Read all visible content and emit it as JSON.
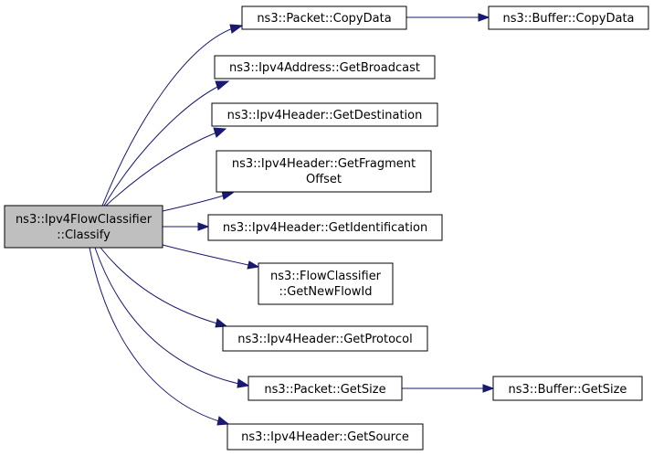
{
  "nodes": [
    {
      "id": "classify",
      "lines": [
        "ns3::Ipv4FlowClassifier",
        "::Classify"
      ],
      "root": true
    },
    {
      "id": "packet-copydata",
      "lines": [
        "ns3::Packet::CopyData"
      ]
    },
    {
      "id": "buffer-copydata",
      "lines": [
        "ns3::Buffer::CopyData"
      ]
    },
    {
      "id": "getbroadcast",
      "lines": [
        "ns3::Ipv4Address::GetBroadcast"
      ]
    },
    {
      "id": "getdestination",
      "lines": [
        "ns3::Ipv4Header::GetDestination"
      ]
    },
    {
      "id": "getfragmentoffset",
      "lines": [
        "ns3::Ipv4Header::GetFragment",
        "Offset"
      ]
    },
    {
      "id": "getidentification",
      "lines": [
        "ns3::Ipv4Header::GetIdentification"
      ]
    },
    {
      "id": "getnewflowid",
      "lines": [
        "ns3::FlowClassifier",
        "::GetNewFlowId"
      ]
    },
    {
      "id": "getprotocol",
      "lines": [
        "ns3::Ipv4Header::GetProtocol"
      ]
    },
    {
      "id": "packet-getsize",
      "lines": [
        "ns3::Packet::GetSize"
      ]
    },
    {
      "id": "buffer-getsize",
      "lines": [
        "ns3::Buffer::GetSize"
      ]
    },
    {
      "id": "getsource",
      "lines": [
        "ns3::Ipv4Header::GetSource"
      ]
    }
  ],
  "edges": [
    {
      "from": "classify",
      "to": "packet-copydata"
    },
    {
      "from": "classify",
      "to": "getbroadcast"
    },
    {
      "from": "classify",
      "to": "getdestination"
    },
    {
      "from": "classify",
      "to": "getfragmentoffset"
    },
    {
      "from": "classify",
      "to": "getidentification"
    },
    {
      "from": "classify",
      "to": "getnewflowid"
    },
    {
      "from": "classify",
      "to": "getprotocol"
    },
    {
      "from": "classify",
      "to": "packet-getsize"
    },
    {
      "from": "classify",
      "to": "getsource"
    },
    {
      "from": "packet-copydata",
      "to": "buffer-copydata"
    },
    {
      "from": "packet-getsize",
      "to": "buffer-getsize"
    }
  ],
  "colors": {
    "edge": "#191970",
    "root_fill": "#bfbfbf",
    "node_fill": "#ffffff",
    "node_border": "#000000"
  }
}
